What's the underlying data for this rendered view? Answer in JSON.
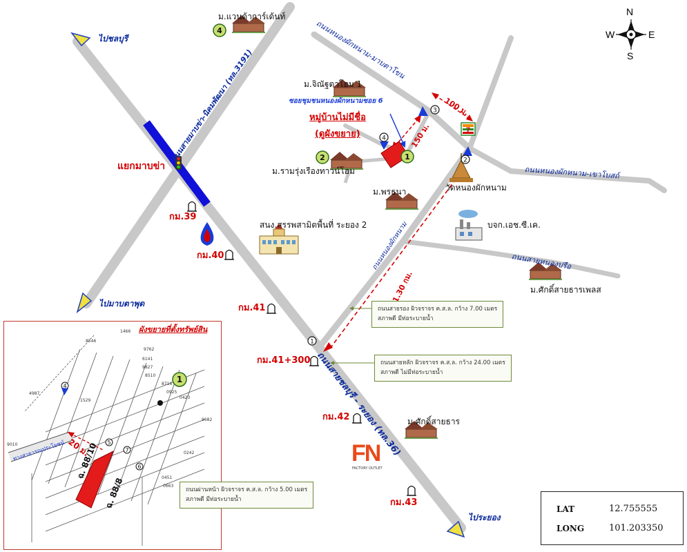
{
  "compass": {
    "n": "N",
    "s": "S",
    "e": "E",
    "w": "W"
  },
  "directions": {
    "to_chonburi": "ไปชลบุรี",
    "to_map_ta_phut": "ไปมาบตาพุด",
    "to_rayong": "ไประยอง"
  },
  "roads": {
    "road_3191": "ถนนสายมาบข่า-นิคมพัฒนา (ทล.3191)",
    "road_36": "ถนนสายชลบุรี - ระยอง (ทล.36)",
    "road_nong_phak_nam_map_ta_phon": "ถนนหนองผักหนาม-มาบตาโขน",
    "road_nong_phak_nam_khao_bo": "ถนนหนองผักหนาม-เขาโบสถ์",
    "road_nong_phak_nam": "ถนนหนองผักหนาม",
    "road_nong_prue": "ถนนสายหนองปรือ"
  },
  "places": {
    "mb_wonderland": "ม.แวนด้าการ์เด้นท์",
    "mb_jinjutha": "ม.จิณัฐตาโฮม 1",
    "soi_label": "ซอยชุมชนหนองผักหนามซอย 6",
    "village_title": "หมู่บ้านไม่มีชื่อ",
    "village_sub": "(ดูผังขยาย)",
    "mb_ramrung": "ม.รามรุ่งเรืองทาวน์โฮม",
    "mb_porntana": "ม.พรธนา",
    "wat": "วัดหนองผักหนาม",
    "factory": "บจก.เอช.ซี.เค.",
    "school": "สนง.สรรพสามิตพื้นที่ ระยอง 2",
    "mb_saksit_pless": "ม.ศักดิ์สายธารเพลส",
    "mb_saksit": "ม.ศักดิ์สายธาร",
    "junction": "แยกมาบข่า",
    "fn_logo": "FN",
    "fn_sub": "FACTORY OUTLET"
  },
  "distances": {
    "d100": "100 ม.",
    "d150": "150 ม.",
    "d130": "1.30 กม.",
    "d20": "20 ม."
  },
  "km_markers": {
    "k39": "กม.39",
    "k40": "กม.40",
    "k41": "กม.41",
    "k41300": "กม.41+300",
    "k42": "กม.42",
    "k43": "กม.43"
  },
  "badges": {
    "b1": "1",
    "b2": "2",
    "b3": "3",
    "b4": "4",
    "b5": "5",
    "b6": "6",
    "b7": "7"
  },
  "notes": {
    "note1_l1": "ถนนสายรอง ผิวจราจร ค.ส.ล. กว้าง 7.00 เมตร",
    "note1_l2": "สภาพดี มีท่อระบายน้ำ",
    "note2_l1": "ถนนสายหลัก ผิวจราจร ค.ส.ล. กว้าง 24.00 เมตร",
    "note2_l2": "สภาพดี ไม่มีท่อระบายน้ำ",
    "note3_l1": "ถนนผ่านหน้า ผิวจราจร ค.ส.ล. กว้าง 5.00 เมตร",
    "note3_l2": "สภาพดี มีท่อระบายน้ำ"
  },
  "inset": {
    "title": "ผังขยายที่ตั้งทรัพย์สิน",
    "lot1": "ฉ. 88/10",
    "lot2": "ฉ. 88/8",
    "road_label": "ทางสาธารณประโยชน์",
    "plot_nos": [
      "8546",
      "1466",
      "9762",
      "6141",
      "9827",
      "8510",
      "8716",
      "1529",
      "0925",
      "0423",
      "9682",
      "0242",
      "0451",
      "0663",
      "9010",
      "4987"
    ]
  },
  "coords": {
    "lat_label": "LAT",
    "lat_value": "12.755555",
    "long_label": "LONG",
    "long_value": "101.203350"
  }
}
